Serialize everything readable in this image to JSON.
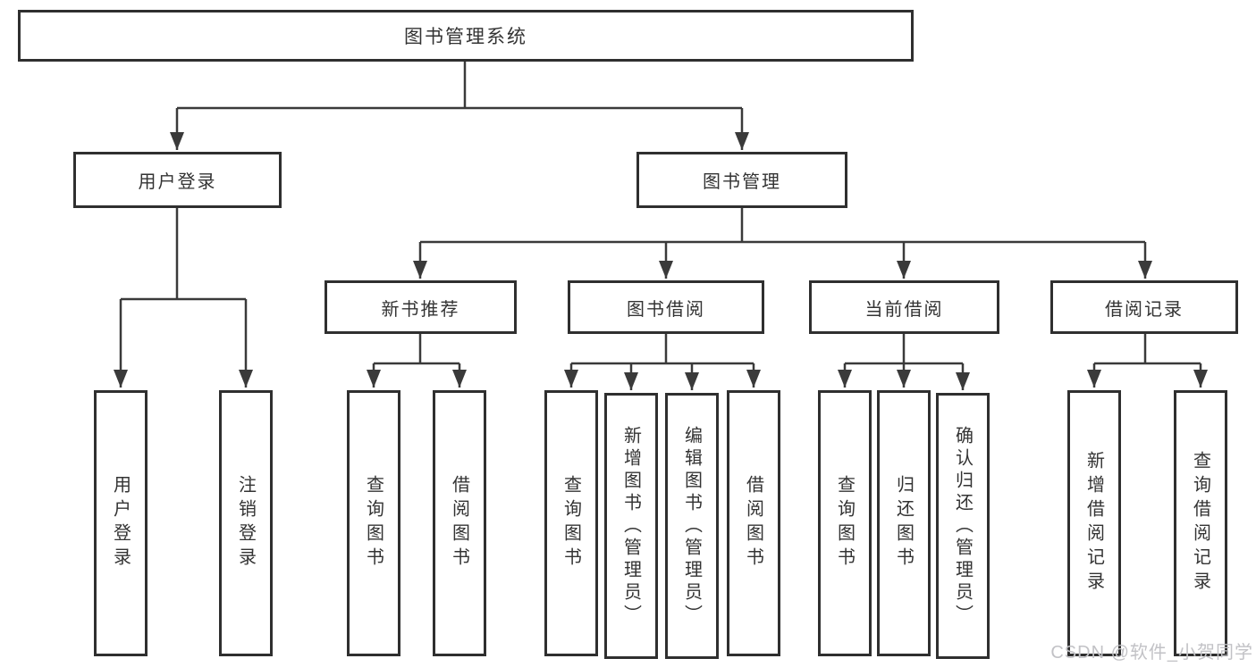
{
  "diagram": {
    "title": "图书管理系统",
    "root": {
      "label": "图书管理系统"
    },
    "level2": [
      {
        "label": "用户登录"
      },
      {
        "label": "图书管理"
      }
    ],
    "level3": [
      {
        "label": "新书推荐"
      },
      {
        "label": "图书借阅"
      },
      {
        "label": "当前借阅"
      },
      {
        "label": "借阅记录"
      }
    ],
    "leaves": [
      {
        "label": "用户登录",
        "parent": "用户登录"
      },
      {
        "label": "注销登录",
        "parent": "用户登录"
      },
      {
        "label": "查询图书",
        "parent": "新书推荐"
      },
      {
        "label": "借阅图书",
        "parent": "新书推荐"
      },
      {
        "label": "查询图书",
        "parent": "图书借阅"
      },
      {
        "label": "新增图书（管理员）",
        "parent": "图书借阅"
      },
      {
        "label": "编辑图书（管理员）",
        "parent": "图书借阅"
      },
      {
        "label": "借阅图书",
        "parent": "图书借阅"
      },
      {
        "label": "查询图书",
        "parent": "当前借阅"
      },
      {
        "label": "归还图书",
        "parent": "当前借阅"
      },
      {
        "label": "确认归还（管理员）",
        "parent": "当前借阅"
      },
      {
        "label": "新增借阅记录",
        "parent": "借阅记录"
      },
      {
        "label": "查询借阅记录",
        "parent": "借阅记录"
      }
    ]
  },
  "watermark": {
    "text": "CSDN @软件_小贺同学"
  },
  "colors": {
    "line": "#3a3a3a",
    "box_border": "#2f2f2f",
    "text": "#333333",
    "background": "#ffffff",
    "watermark": "#c2c2c6"
  }
}
